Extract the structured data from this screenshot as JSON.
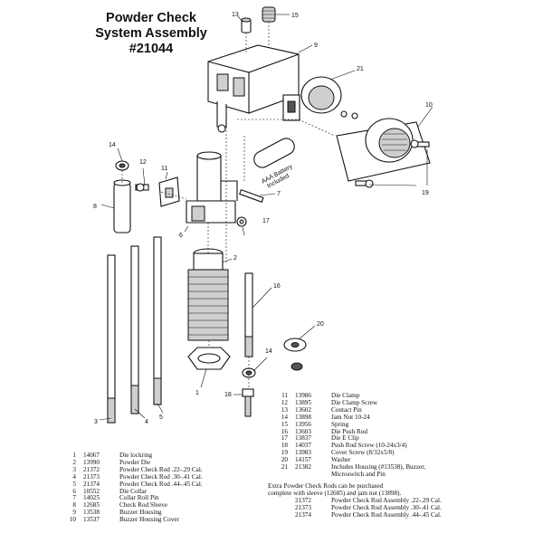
{
  "title": {
    "line1": "Powder Check",
    "line2": "System Assembly",
    "line3": "#21044"
  },
  "diagram": {
    "callouts": {
      "c1": "1",
      "c2": "2",
      "c3": "3",
      "c4": "4",
      "c5": "5",
      "c6": "6",
      "c7": "7",
      "c8": "8",
      "c9": "9",
      "c10": "10",
      "c11": "11",
      "c12": "12",
      "c13": "13",
      "c14a": "14",
      "c14b": "14",
      "c15": "15",
      "c16": "16",
      "c17": "17",
      "c18": "18",
      "c19": "19",
      "c20": "20",
      "c21": "21"
    },
    "battery_line1": "AAA Battery",
    "battery_line2": "Included"
  },
  "parts_left": [
    {
      "num": "1",
      "code": "14067",
      "desc": "Die lockring"
    },
    {
      "num": "2",
      "code": "13990",
      "desc": "Powder Die"
    },
    {
      "num": "3",
      "code": "21372",
      "desc": "Powder Check Rod  .22-.29 Cal."
    },
    {
      "num": "4",
      "code": "21373",
      "desc": "Powder Check Rod  .30-.41 Cal."
    },
    {
      "num": "5",
      "code": "21374",
      "desc": "Powder Check Rod  .44-.45 Cal."
    },
    {
      "num": "6",
      "code": "10552",
      "desc": "Die Collar"
    },
    {
      "num": "7",
      "code": "14025",
      "desc": "Collar Roll Pin"
    },
    {
      "num": "8",
      "code": "12685",
      "desc": "Check Rod Sleeve"
    },
    {
      "num": "9",
      "code": "13538",
      "desc": "Buzzer Housing"
    },
    {
      "num": "10",
      "code": "13537",
      "desc": "Buzzer Housing Cover"
    }
  ],
  "parts_right": [
    {
      "num": "11",
      "code": "13986",
      "desc": "Die Clamp"
    },
    {
      "num": "12",
      "code": "13895",
      "desc": "Die Clamp Screw"
    },
    {
      "num": "13",
      "code": "13602",
      "desc": "Contact Pin"
    },
    {
      "num": "14",
      "code": "13898",
      "desc": "Jam Nut 10-24"
    },
    {
      "num": "15",
      "code": "13956",
      "desc": "Spring"
    },
    {
      "num": "16",
      "code": "13603",
      "desc": "Die Push Rod"
    },
    {
      "num": "17",
      "code": "13837",
      "desc": "Die E Clip"
    },
    {
      "num": "18",
      "code": "14037",
      "desc": "Push Rod Screw (10-24x3/4)"
    },
    {
      "num": "19",
      "code": "13983",
      "desc": "Cover Screw (8/32x5/8)"
    },
    {
      "num": "20",
      "code": "14157",
      "desc": "Washer"
    },
    {
      "num": "21",
      "code": "21382",
      "desc": "Includes Housing (#13538), Buzzer,"
    },
    {
      "num": "",
      "code": "",
      "desc": "Microswitch and Pin"
    }
  ],
  "extra": {
    "line1": "Extra Powder Check Rods can be purchased",
    "line2": "complete with sleeve (12685) and jam nut (13898).",
    "rows": [
      {
        "code": "21372",
        "desc": "Powder Check Rod Assembly  .22-.29 Cal."
      },
      {
        "code": "21373",
        "desc": "Powder Check Rod Assembly  .30-.41 Cal."
      },
      {
        "code": "21374",
        "desc": "Powder Check Rod Assembly  .44-.45 Cal."
      }
    ]
  }
}
